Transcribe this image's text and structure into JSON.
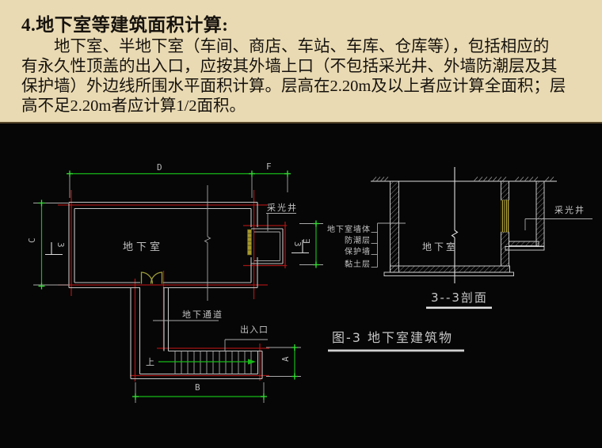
{
  "slide": {
    "title": "4.地下室等建筑面积计算:",
    "body_lines": [
      "地下室、半地下室（车间、商店、车站、车库、仓库等），包括相应的",
      "有永久性顶盖的出入口，应按其外墙上口（不包括采光井、外墙防潮层及其",
      "保护墙）外边线所围水平面积计算。层高在2.20m及以上者应计算全面积；层",
      "高不足2.20m者应计算1/2面积。"
    ]
  },
  "plan": {
    "dims": {
      "d": "D",
      "f": "F",
      "c": "C",
      "e": "E",
      "a": "A",
      "b": "B"
    },
    "room_label": "地下室",
    "lightwell_label": "采光井",
    "passage_label": "地下通道",
    "exit_label": "出入口",
    "up_label": "上",
    "section_mark_left": "3",
    "section_mark_right": "3"
  },
  "section": {
    "room_label": "地下室",
    "lightwell_label": "采光井",
    "wall_labels": [
      "地下室墙体",
      "防潮层",
      "保护墙",
      "黏土层"
    ],
    "title": "3--3剖面"
  },
  "figure_caption": "图-3  地下室建筑物",
  "colors": {
    "slide_background": "#e9dab3",
    "canvas_background": "#060606",
    "text_black": "#17130e",
    "cad_gray": "#c3c3c3",
    "axis_red": "#a21414",
    "dimension_green": "#17b917",
    "door_olive": "#9d9d38",
    "window_yellow": "#b9a93c"
  }
}
